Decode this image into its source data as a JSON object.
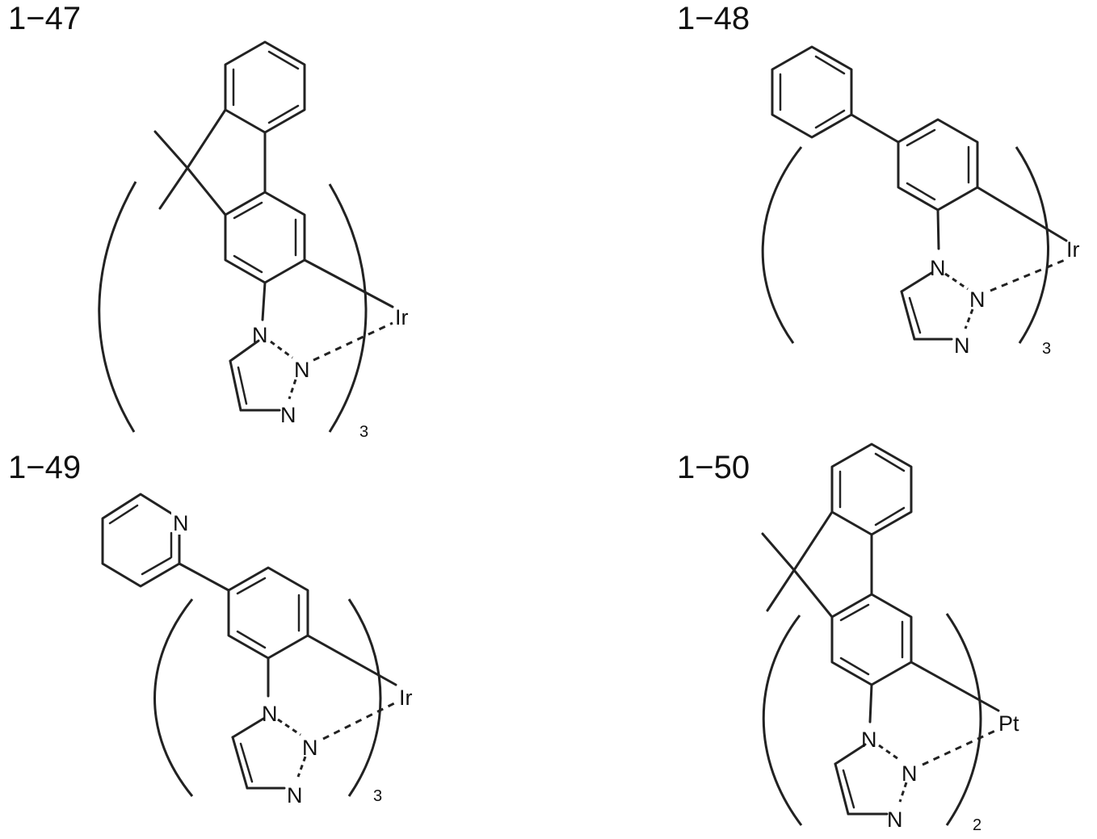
{
  "compounds": [
    {
      "label": "1−47",
      "metal": "Ir",
      "count": "3",
      "atoms": {
        "n1": "N",
        "n2": "N",
        "n3": "N"
      }
    },
    {
      "label": "1−48",
      "metal": "Ir",
      "count": "3",
      "atoms": {
        "n1": "N",
        "n2": "N",
        "n3": "N"
      }
    },
    {
      "label": "1−49",
      "metal": "Ir",
      "count": "3",
      "pyridine_n": "N",
      "atoms": {
        "n1": "N",
        "n2": "N",
        "n3": "N"
      }
    },
    {
      "label": "1−50",
      "metal": "Pt",
      "count": "2",
      "atoms": {
        "n1": "N",
        "n2": "N",
        "n3": "N"
      }
    }
  ]
}
